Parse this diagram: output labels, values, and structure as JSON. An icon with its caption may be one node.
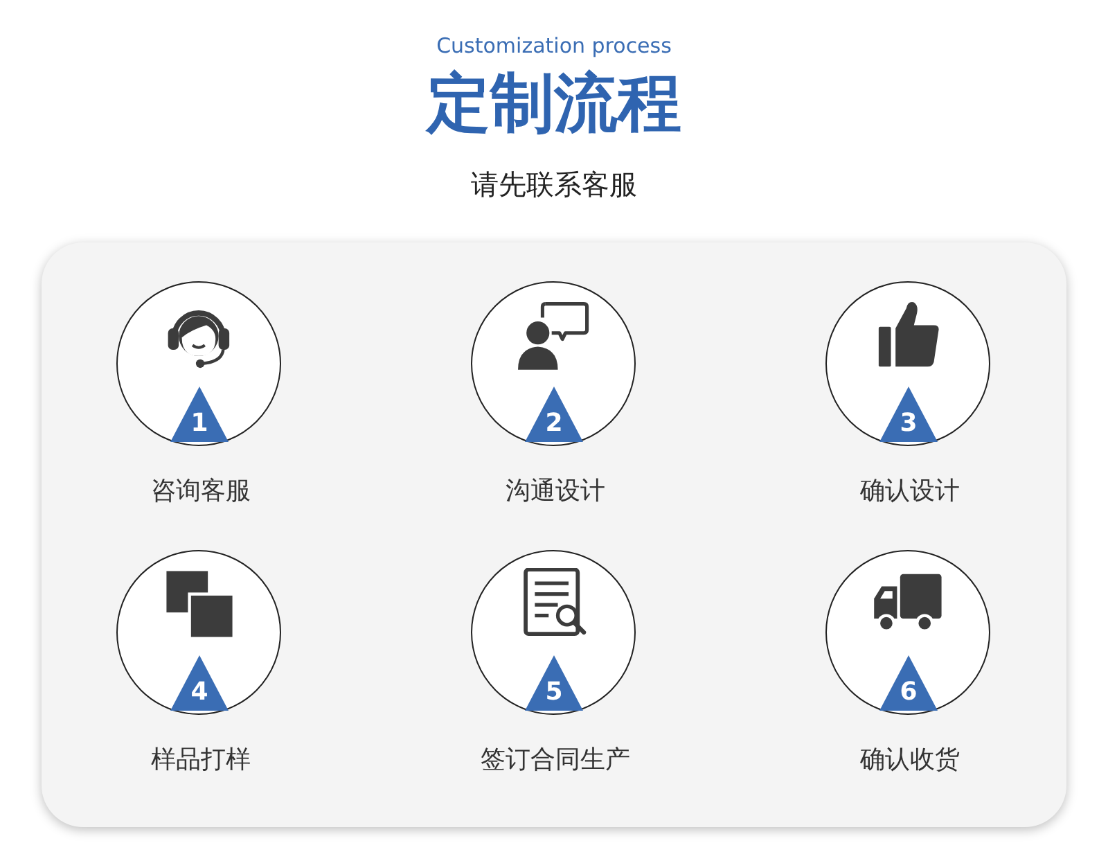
{
  "diagram": {
    "title": "定制流程",
    "nodes": [
      {
        "text": [
          "1"
        ],
        "beside": [
          "咨询客服"
        ]
      },
      {
        "text": [
          "2"
        ],
        "beside": [
          "沟通设计"
        ]
      },
      {
        "text": [
          "3"
        ],
        "beside": [
          "确认设计"
        ]
      },
      {
        "text": [
          "4"
        ],
        "beside": [
          "样品打样"
        ]
      },
      {
        "text": [
          "5"
        ],
        "beside": [
          "签订合同生产"
        ]
      },
      {
        "text": [
          "6"
        ],
        "beside": [
          "确认收货"
        ]
      }
    ],
    "labels": [
      "Customization process",
      "请先联系客服"
    ]
  }
}
